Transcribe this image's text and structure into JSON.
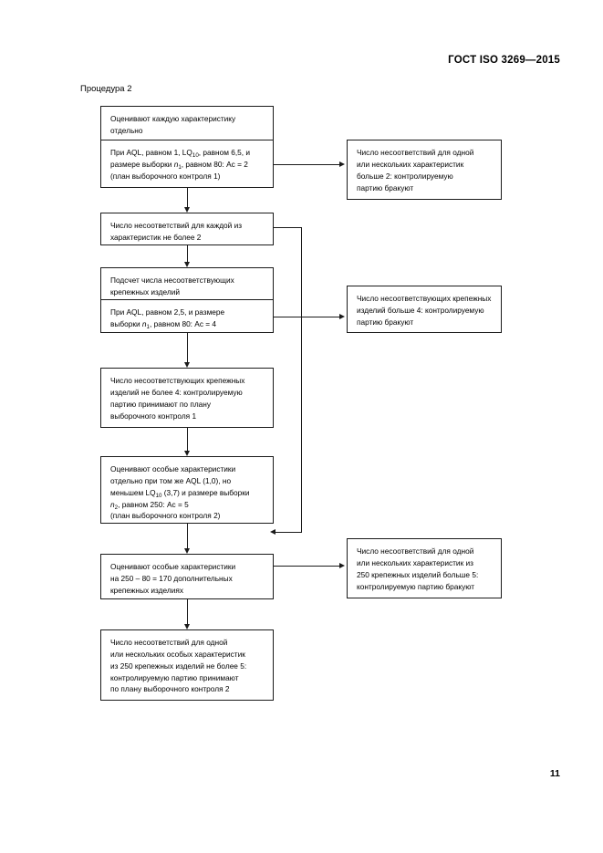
{
  "document": {
    "header": "ГОСТ ISO 3269—2015",
    "page_number": "11",
    "procedure_title": "Процедура 2"
  },
  "flow": {
    "box1": {
      "lines": [
        "Оценивают каждую характеристику",
        "отдельно"
      ]
    },
    "box2": {
      "line1_a": "При AQL, равном 1, LQ",
      "line1_sub": "10",
      "line1_b": ", равном 6,5, и",
      "line2_a": "размере выборки ",
      "line2_var": "n",
      "line2_sub": "1",
      "line2_b": ", равном 80: Ac = 2",
      "line3": "(план выборочного контроля 1)"
    },
    "box3": {
      "lines": [
        "Число несоответствий для каждой из",
        "характеристик не более 2"
      ]
    },
    "box4_top": {
      "lines": [
        "Подсчет числа несоответствующих",
        "крепежных изделий"
      ]
    },
    "box4_bottom": {
      "line1": "При AQL, равном 2,5, и размере",
      "line2_a": "выборки ",
      "line2_var": "n",
      "line2_sub": "1",
      "line2_b": ", равном 80: Ac = 4"
    },
    "box5": {
      "lines": [
        "Число несоответствующих крепежных",
        "изделий не более 4: контролируемую",
        "партию принимают по плану",
        "выборочного контроля 1"
      ]
    },
    "box6": {
      "line1": "Оценивают особые характеристики",
      "line2": "отдельно при том же AQL (1,0), но",
      "line3_a": "меньшем LQ",
      "line3_sub": "10",
      "line3_b": " (3,7) и размере выборки",
      "line4_var": "n",
      "line4_sub": "2",
      "line4_b": ", равном 250: Ac = 5",
      "line5": "(план выборочного контроля 2)"
    },
    "box7": {
      "lines": [
        "Оценивают особые характеристики",
        "на 250 – 80 = 170 дополнительных",
        "крепежных изделиях"
      ]
    },
    "box8": {
      "lines": [
        "Число несоответствий для одной",
        "или нескольких особых характеристик",
        "из 250 крепежных изделий не более 5:",
        "контролируемую партию принимают",
        "по плану выборочного контроля 2"
      ]
    },
    "reject1": {
      "lines": [
        "Число несоответствий для одной",
        "или нескольких характеристик",
        "больше 2: контролируемую",
        "партию бракуют"
      ]
    },
    "reject2": {
      "lines": [
        "Число несоответствующих крепежных",
        "изделий больше 4: контролируемую",
        "партию бракуют"
      ]
    },
    "reject3": {
      "lines": [
        "Число несоответствий для одной",
        "или нескольких характеристик из",
        "250 крепежных изделий больше 5:",
        "контролируемую партию бракуют"
      ]
    }
  },
  "colors": {
    "ink": "#1a1a1a",
    "paper": "#ffffff"
  }
}
